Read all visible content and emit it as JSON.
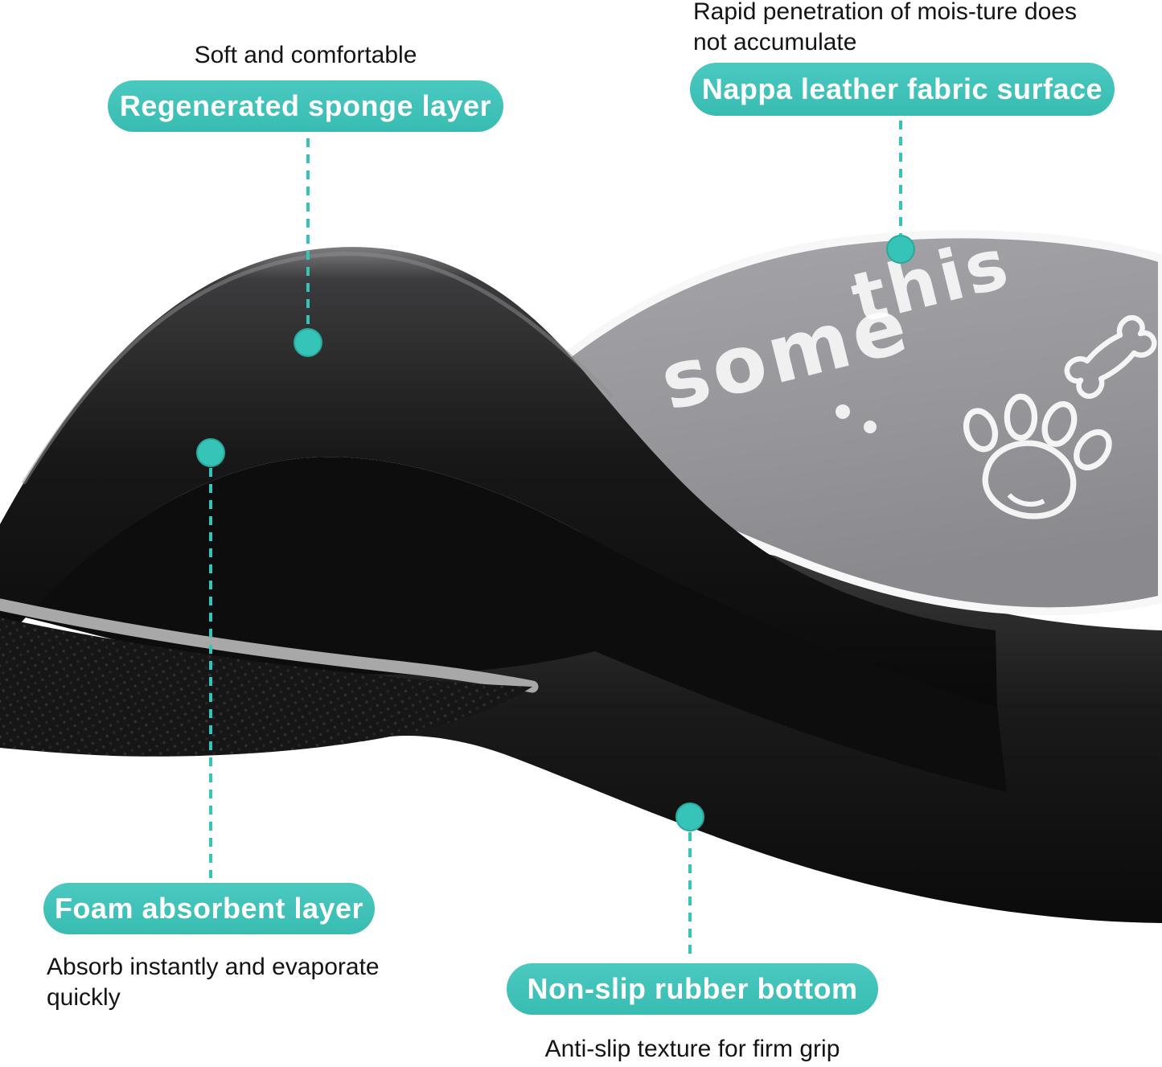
{
  "colors": {
    "accent_teal": "#38bcb2",
    "mat_fabric_gray": "#98989c",
    "mat_foam_black": "#101010",
    "edge_trim_white": "#f7f7f7"
  },
  "annotations": {
    "sponge": {
      "note": "Soft and comfortable",
      "label": "Regenerated sponge layer"
    },
    "nappa": {
      "note_line1": "Rapid penetration of mois-ture does",
      "note_line2": "not accumulate",
      "label": "Nappa leather fabric surface"
    },
    "foam": {
      "label": "Foam absorbent layer",
      "note_line1": "Absorb instantly and evaporate",
      "note_line2": "quickly"
    },
    "rubber": {
      "label": "Non-slip rubber bottom",
      "note": "Anti-slip texture for firm grip"
    }
  },
  "mat": {
    "print_word_top": "this",
    "print_word_bottom": "some",
    "print_icons": [
      "bone-icon",
      "paw-icon"
    ]
  }
}
